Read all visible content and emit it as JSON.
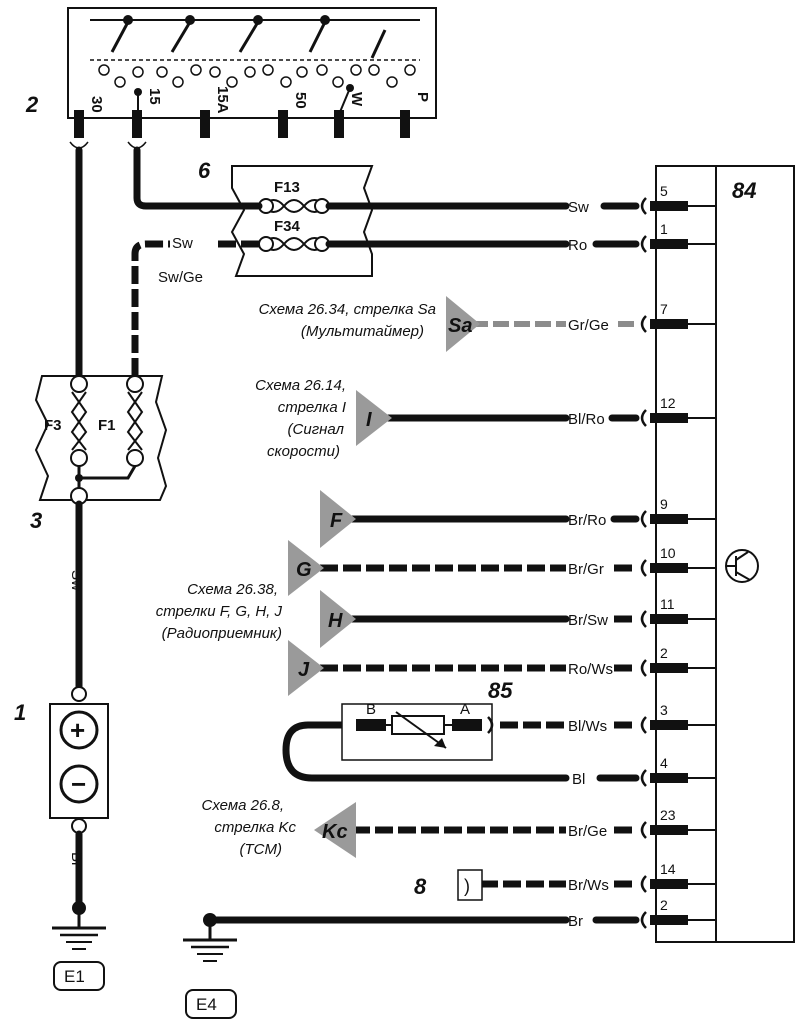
{
  "callouts": {
    "c1": "1",
    "c2": "2",
    "c3": "3",
    "c6": "6",
    "c8": "8",
    "c84": "84",
    "c85": "85"
  },
  "ignition_terminals": [
    "30",
    "15",
    "15A",
    "50",
    "W",
    "P"
  ],
  "fuses": {
    "f13": "F13",
    "f34": "F34",
    "f3": "F3",
    "f1": "F1"
  },
  "wire_colors": {
    "sw": "Sw",
    "sw_ge": "Sw/Ge",
    "ro": "Ro",
    "gr_ge": "Gr/Ge",
    "bl_ro": "Bl/Ro",
    "br_ro": "Br/Ro",
    "br_gr": "Br/Gr",
    "br_sw": "Br/Sw",
    "ro_ws": "Ro/Ws",
    "bl_ws": "Bl/Ws",
    "bl": "Bl",
    "br_ge": "Br/Ge",
    "br_ws": "Br/Ws",
    "br": "Br"
  },
  "pins": [
    "5",
    "1",
    "7",
    "12",
    "9",
    "10",
    "11",
    "2",
    "3",
    "4",
    "23",
    "14",
    "2"
  ],
  "arrows": {
    "sa": "Sa",
    "i": "I",
    "f": "F",
    "g": "G",
    "h": "H",
    "j": "J",
    "kc": "Kc"
  },
  "sensor_ends": {
    "b": "B",
    "a": "A"
  },
  "battery": {
    "plus": "+",
    "minus": "−"
  },
  "refs": {
    "sa_line1": "Схема 26.34, стрелка Sa",
    "sa_line2": "(Мультитаймер)",
    "i_line1": "Схема 26.14,",
    "i_line2": "стрелка I",
    "i_line3": "(Сигнал",
    "i_line4": "скорости)",
    "radio_line1": "Схема 26.38,",
    "radio_line2": "стрелки F, G, H, J",
    "radio_line3": "(Радиоприемник)",
    "kc_line1": "Схема 26.8,",
    "kc_line2": "стрелка Kc",
    "kc_line3": "(TCM)"
  },
  "grounds": {
    "e1": "E1",
    "e4": "E4"
  },
  "connector_symbol": ")"
}
